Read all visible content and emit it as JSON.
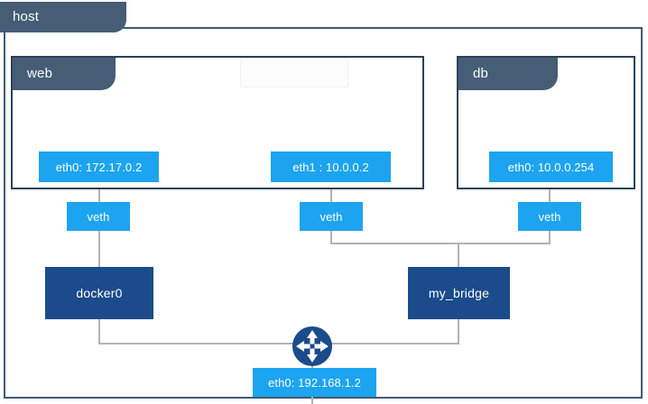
{
  "diagram": {
    "type": "network-topology",
    "title": "host",
    "colors": {
      "frame_border": "#3f5a72",
      "tab_header": "#455d75",
      "interface_box": "#1ca4f0",
      "bridge_box": "#1b4b8a",
      "connector_line": "#b3b3b3",
      "background": "#ffffff"
    }
  },
  "host": {
    "label": "host"
  },
  "namespaces": [
    {
      "id": "web",
      "label": "web"
    },
    {
      "id": "db",
      "label": "db"
    }
  ],
  "interfaces": {
    "web_eth0": "eth0: 172.17.0.2",
    "web_eth1": "eth1 : 10.0.0.2",
    "db_eth0": "eth0: 10.0.0.254",
    "host_eth0": "eth0: 192.168.1.2"
  },
  "veths": [
    {
      "id": "veth-docker0",
      "label": "veth"
    },
    {
      "id": "veth-web-mybridge",
      "label": "veth"
    },
    {
      "id": "veth-db-mybridge",
      "label": "veth"
    }
  ],
  "bridges": [
    {
      "id": "docker0",
      "label": "docker0"
    },
    {
      "id": "my_bridge",
      "label": "my_bridge"
    }
  ],
  "router": {
    "name": "router-icon",
    "label": ""
  }
}
